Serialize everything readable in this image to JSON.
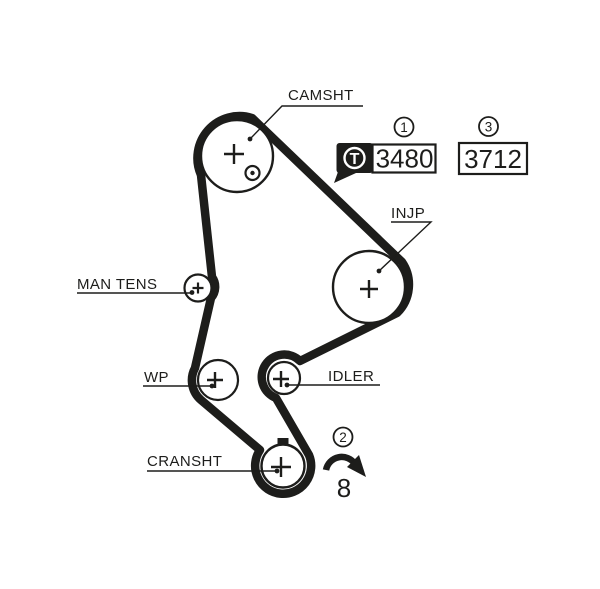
{
  "diagram": {
    "type": "timing-belt-routing",
    "background": "#ffffff",
    "ink": "#1d1d1b",
    "pulleys": {
      "camshaft": {
        "label": "CAMSHT"
      },
      "injection_pump": {
        "label": "INJP"
      },
      "manual_tensioner": {
        "label": "MAN TENS"
      },
      "water_pump": {
        "label": "WP"
      },
      "idler": {
        "label": "IDLER"
      },
      "crankshaft": {
        "label": "CRANSHT"
      }
    },
    "callouts": {
      "item1": {
        "index": "1",
        "part_number": "3480",
        "badge_letter": "T"
      },
      "item2": {
        "index": "2",
        "value": "8"
      },
      "item3": {
        "index": "3",
        "part_number": "3712"
      }
    }
  }
}
